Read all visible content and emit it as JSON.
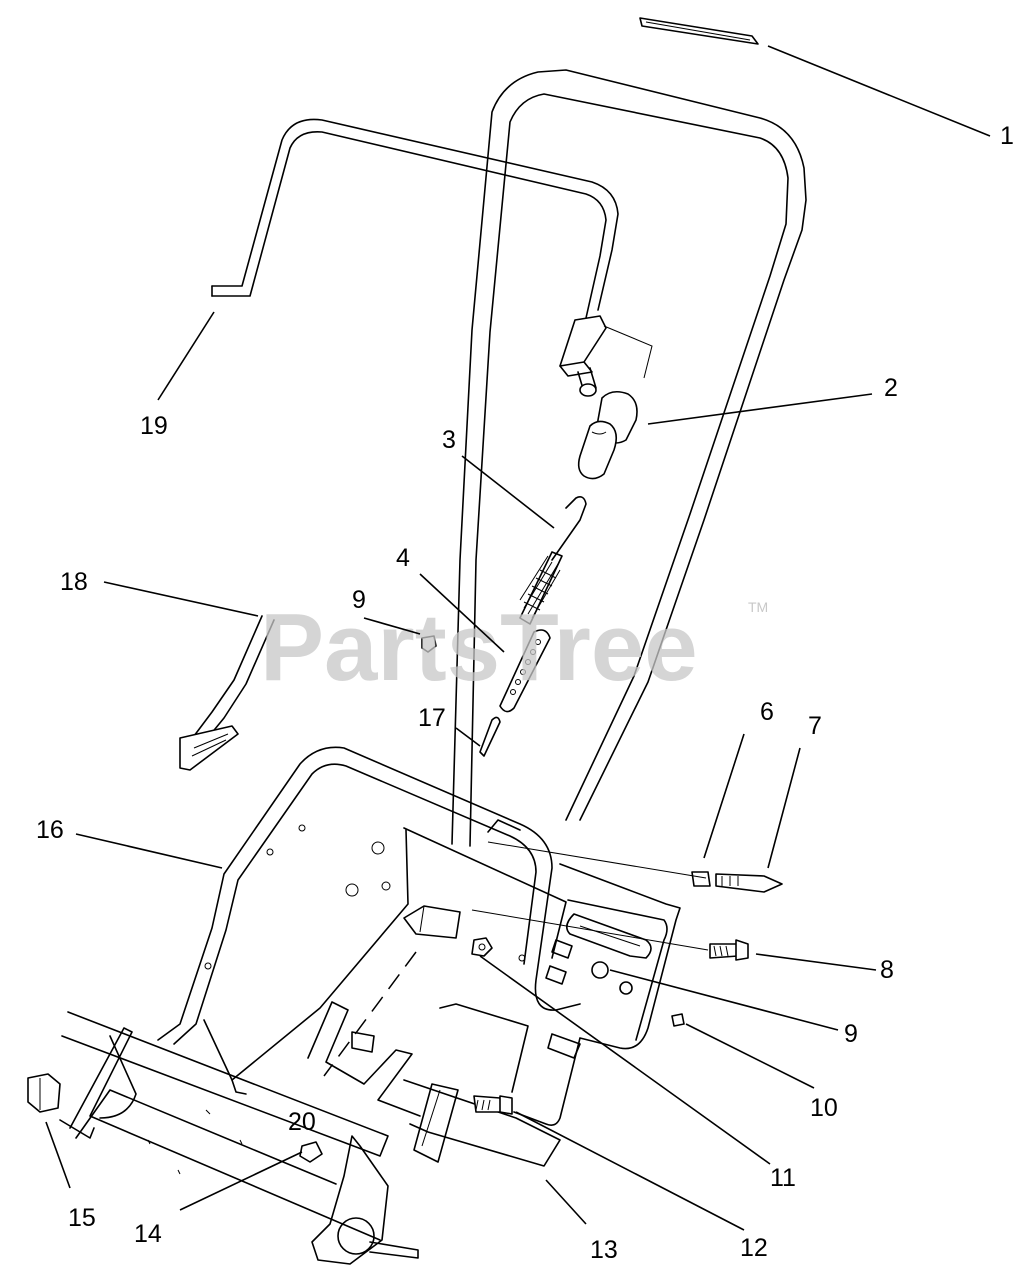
{
  "watermark": {
    "text": "PartsTree",
    "trademark": "TM"
  },
  "callouts": {
    "c1": "1",
    "c2": "2",
    "c3": "3",
    "c4": "4",
    "c6": "6",
    "c7": "7",
    "c8": "8",
    "c9a": "9",
    "c9b": "9",
    "c10": "10",
    "c11": "11",
    "c12": "12",
    "c13": "13",
    "c14": "14",
    "c15": "15",
    "c16": "16",
    "c17": "17",
    "c18": "18",
    "c19": "19",
    "c20": "20"
  }
}
